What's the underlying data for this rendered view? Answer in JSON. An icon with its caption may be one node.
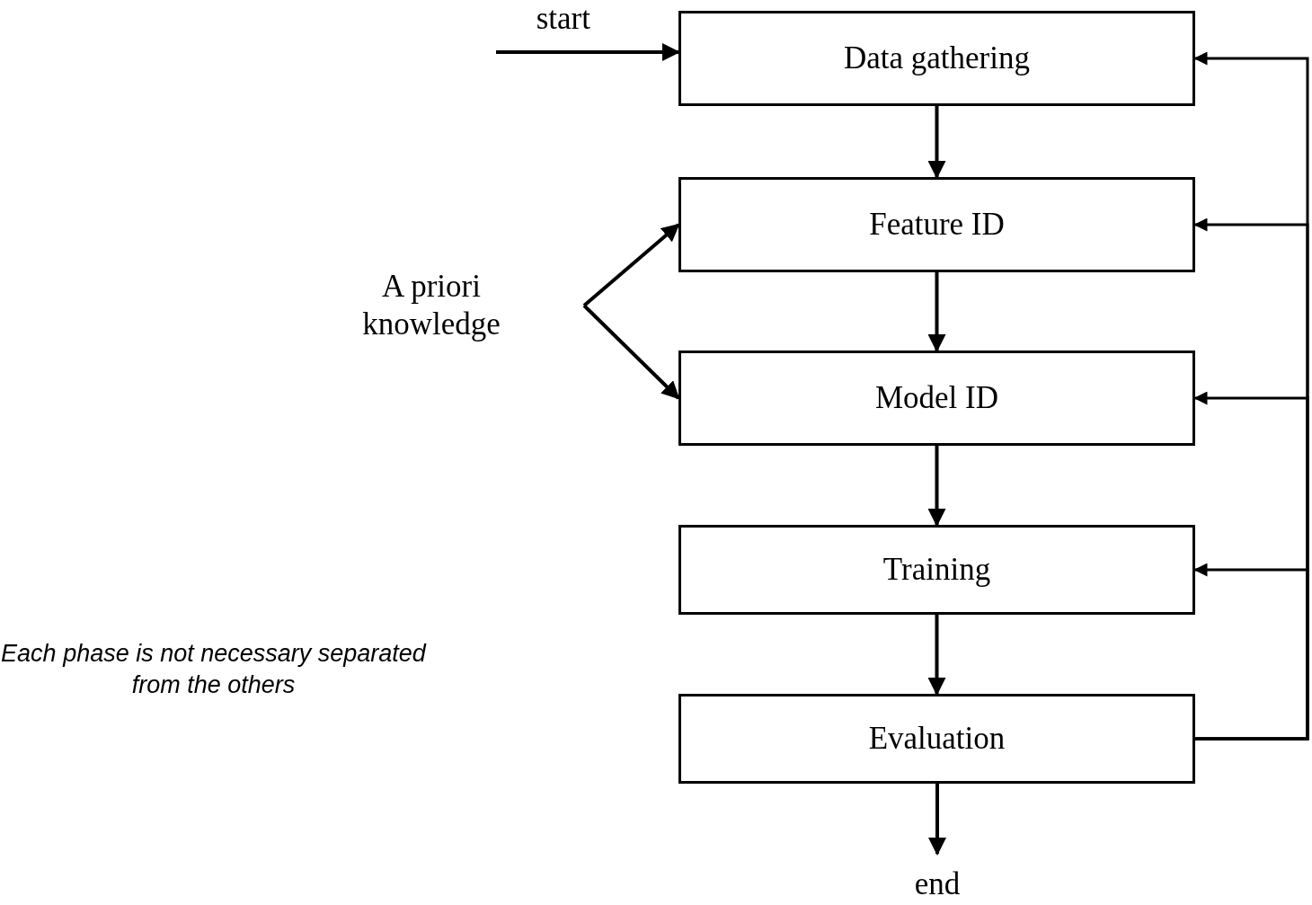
{
  "diagram": {
    "nodes": [
      {
        "text": [
          "Data gathering"
        ]
      },
      {
        "text": [
          "Feature ID"
        ]
      },
      {
        "text": [
          "Model ID"
        ]
      },
      {
        "text": [
          "Training"
        ]
      },
      {
        "text": [
          "Evaluation"
        ]
      },
      {
        "text": [
          "start"
        ]
      },
      {
        "text": [
          "A priori knowledge"
        ]
      },
      {
        "text": [
          "end"
        ]
      }
    ],
    "edges": [
      {
        "from": 5,
        "to": 0,
        "arrow": "to"
      },
      {
        "from": 0,
        "to": 1,
        "arrow": "to"
      },
      {
        "from": 1,
        "to": 2,
        "arrow": "to"
      },
      {
        "from": 2,
        "to": 3,
        "arrow": "to"
      },
      {
        "from": 3,
        "to": 4,
        "arrow": "to"
      },
      {
        "from": 4,
        "to": 7,
        "arrow": "to"
      },
      {
        "from": 6,
        "to": 1,
        "arrow": "to"
      },
      {
        "from": 6,
        "to": 2,
        "arrow": "to"
      },
      {
        "from": 4,
        "to": 0,
        "arrow": "to"
      },
      {
        "from": 4,
        "to": 1,
        "arrow": "to"
      },
      {
        "from": 4,
        "to": 2,
        "arrow": "to"
      },
      {
        "from": 4,
        "to": 3,
        "arrow": "to"
      }
    ],
    "labels": [
      "Each phase is not necessary separated from the others"
    ]
  }
}
